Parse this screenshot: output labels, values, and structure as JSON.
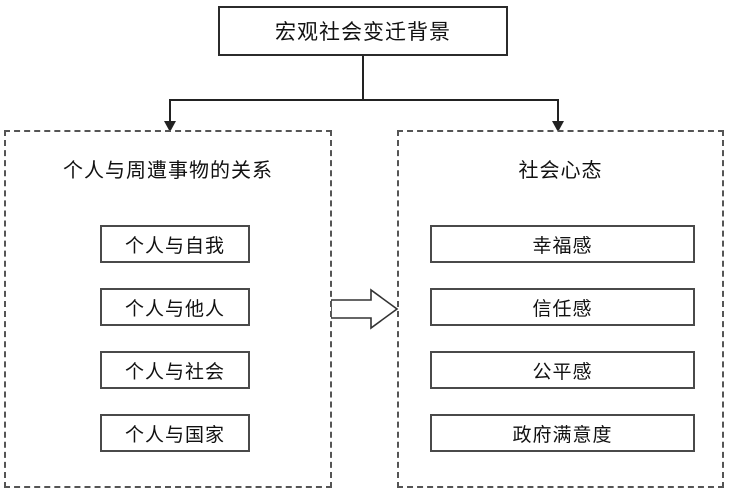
{
  "diagram": {
    "title": "宏观社会变迁背景",
    "left_panel": {
      "header": "个人与周遭事物的关系",
      "items": [
        {
          "label": "个人与自我"
        },
        {
          "label": "个人与他人"
        },
        {
          "label": "个人与社会"
        },
        {
          "label": "个人与国家"
        }
      ]
    },
    "right_panel": {
      "header": "社会心态",
      "items": [
        {
          "label": "幸福感"
        },
        {
          "label": "信任感"
        },
        {
          "label": "公平感"
        },
        {
          "label": "政府满意度"
        }
      ]
    },
    "connectors": {
      "split_arrow_left": "arrow-down-to-left-panel",
      "split_arrow_right": "arrow-down-to-right-panel",
      "cross_arrow": "block-arrow-right"
    },
    "colors": {
      "line": "#222222",
      "panel_border": "#555555",
      "box_border": "#4a4a4a",
      "text": "#111111",
      "background": "#ffffff"
    }
  }
}
